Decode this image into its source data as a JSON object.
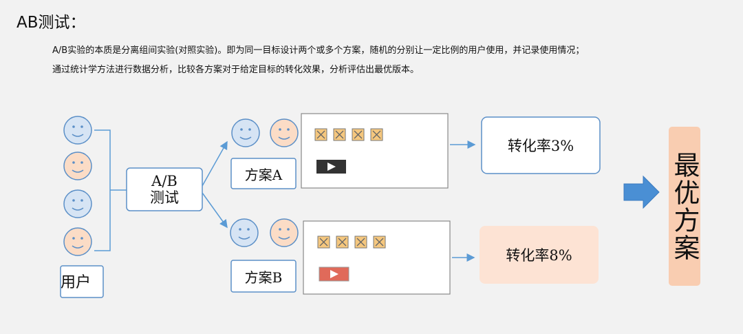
{
  "header": {
    "title": "AB测试：",
    "description_line1": "A/B实验的本质是分离组间实验(对照实验)。即为同一目标设计两个或多个方案，随机的分别让一定比例的用户使用，并记录使用情况；",
    "description_line2": "通过统计学方法进行数据分析，比较各方案对于给定目标的转化效果，分析评估出最优版本。"
  },
  "diagram": {
    "users_label": "用户",
    "abtest_label_line1": "A/B",
    "abtest_label_line2": "测试",
    "plan_a_label": "方案A",
    "plan_b_label": "方案B",
    "conversion_a": "转化率3%",
    "conversion_b": "转化率8%",
    "best_plan": "最优方案",
    "colors": {
      "blue_face": "#d6e4f4",
      "peach_face": "#fbdcc6",
      "face_stroke": "#5b8fc7",
      "arrow": "#5b9bd5",
      "big_arrow": "#4a8fd4",
      "best_bg": "#f9cdb1",
      "conv_b_bg": "#fde3d4",
      "checkbox_fill": "#f5c77e",
      "play_dark": "#333333",
      "play_red": "#e06a5a"
    }
  }
}
